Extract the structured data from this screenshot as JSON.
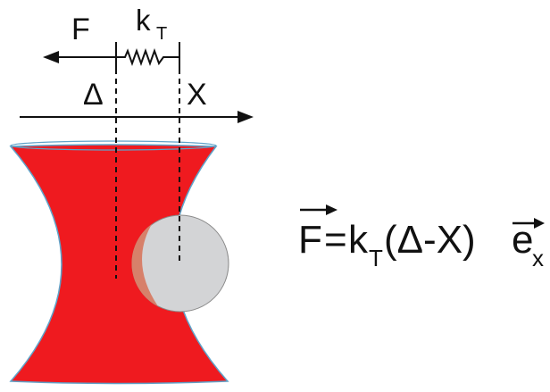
{
  "labels": {
    "force": "F",
    "stiffness_k": "k",
    "stiffness_sub": "T",
    "delta": "Δ",
    "position": "X"
  },
  "equation": {
    "vector_F": "F",
    "equals": "=",
    "k": "k",
    "k_sub": "T",
    "paren_expr": "(Δ-X)",
    "unit_e": "e",
    "unit_sub": "x"
  },
  "colors": {
    "beam": "#ef1a1f",
    "beam_edge": "#5fa3c9",
    "bead": "#d3d4d6",
    "bead_edge": "#8a8a8a",
    "overlap": "#d7806a",
    "ink": "#111111"
  },
  "icons": {
    "force_arrow": "left-arrow",
    "axis_arrow": "right-arrow",
    "spring": "spring-zigzag"
  }
}
